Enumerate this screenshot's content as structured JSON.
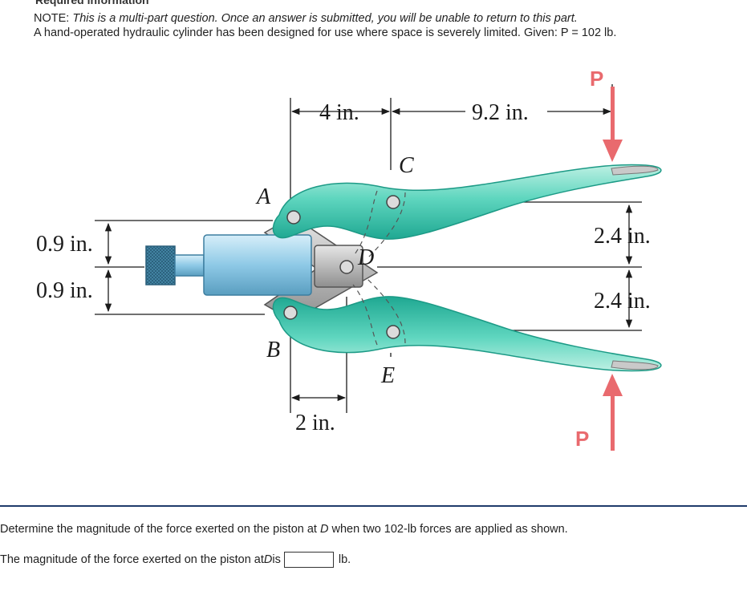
{
  "header_partial": "Required information",
  "note": {
    "lead": "NOTE:",
    "italic": "This is a multi-part question. Once an answer is submitted, you will be unable to return to this part.",
    "line2": "A hand-operated hydraulic cylinder has been designed for use where space is severely limited. Given: P = 102 lb."
  },
  "figure": {
    "dim_4in": "4 in.",
    "dim_9_2in": "9.2 in.",
    "dim_0_9in_top": "0.9 in.",
    "dim_0_9in_bottom": "0.9 in.",
    "dim_2_4in_top": "2.4 in.",
    "dim_2_4in_bottom": "2.4 in.",
    "dim_2in": "2 in.",
    "label_A": "A",
    "label_B": "B",
    "label_C": "C",
    "label_D": "D",
    "label_E": "E",
    "label_P_top": "P",
    "label_P_bottom": "P",
    "colors": {
      "handle": "#2fbfa9",
      "handle_light": "#bdf0e3",
      "cylinder": "#8ec9e6",
      "arrow": "#e96a6e",
      "knob": "#4a8fb0"
    }
  },
  "question": {
    "prefix": "Determine the magnitude of the force exerted on the piston at ",
    "point": "D",
    "suffix": " when two 102-lb forces are applied as shown."
  },
  "answer": {
    "prefix": "The magnitude of the force exerted on the piston at ",
    "point": "D",
    "mid": " is",
    "value": "",
    "unit": "lb."
  }
}
